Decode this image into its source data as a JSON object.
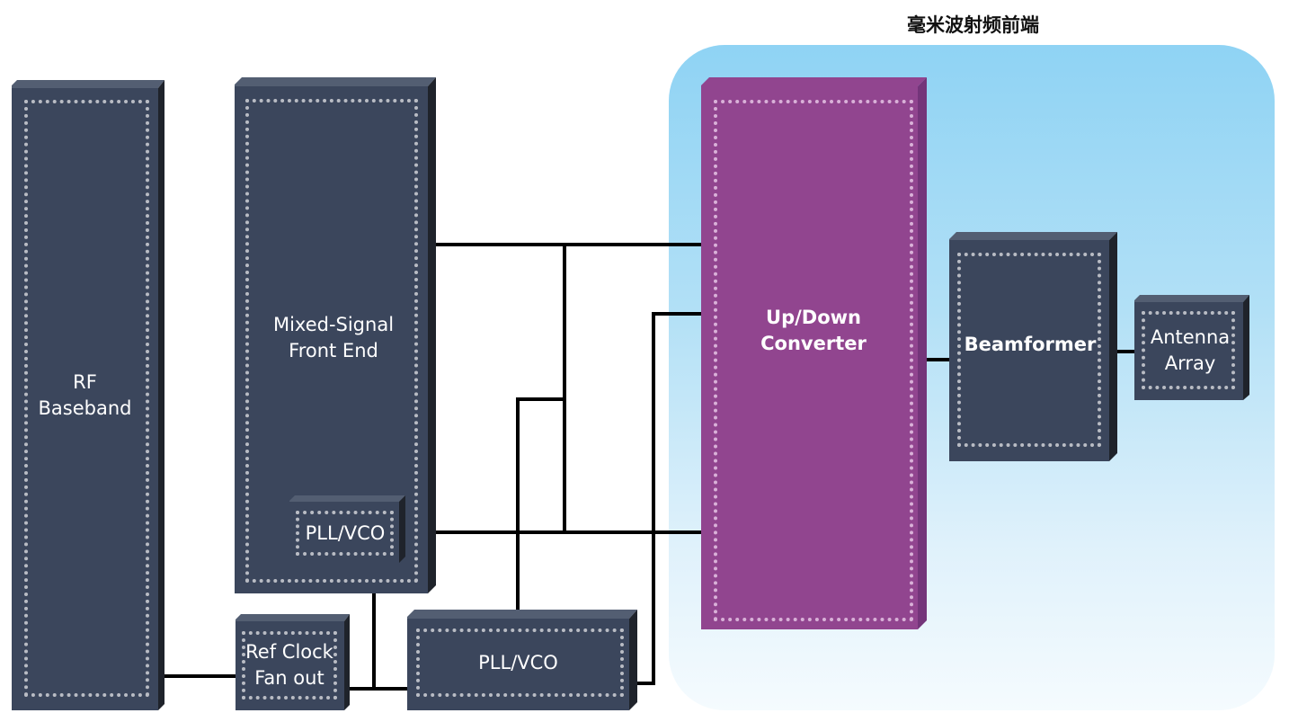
{
  "region": {
    "title": "毫米波射频前端",
    "colors": {
      "top": "#8fd3f4",
      "bottom": "#f5fbfe"
    }
  },
  "blocks": {
    "rf_baseband": {
      "label": "RF\nBaseband"
    },
    "mixed_signal": {
      "label": "Mixed-Signal\nFront End"
    },
    "pll_vco_inner": {
      "label": "PLL/VCO"
    },
    "ref_clock": {
      "label": "Ref Clock\nFan out"
    },
    "pll_vco": {
      "label": "PLL/VCO"
    },
    "up_down_converter": {
      "label": "Up/Down\nConverter"
    },
    "beamformer": {
      "label": "Beamformer"
    },
    "antenna_array": {
      "label": "Antenna\nArray"
    }
  },
  "colors": {
    "block_face": "#3b465c",
    "block_top": "#535e72",
    "block_side": "#1f232b",
    "converter_face": "#91458f",
    "wire": "#000000"
  }
}
